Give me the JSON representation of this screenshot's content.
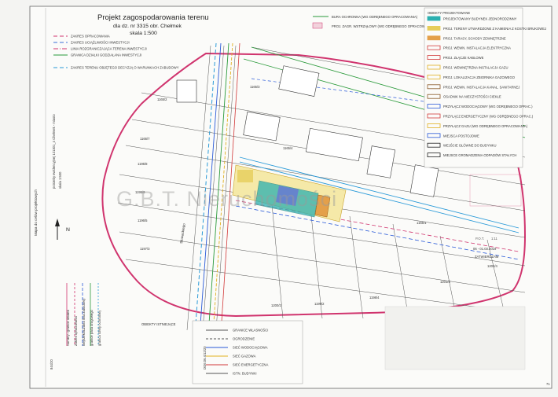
{
  "title": {
    "line1": "Projekt zagospodarowania terenu",
    "line2": "dla dz. nr 3315 obr. Chełmek",
    "line3": "skala 1:500"
  },
  "watermark": "G.B.T. Nieruchomości",
  "legend_top_left": [
    {
      "label": "ZAKRES OPRACOWANIA",
      "color": "#d0346e",
      "style": "dash"
    },
    {
      "label": "ZAKRES UCIĄŻLIWOŚCI INWESTYCJI",
      "color": "#3a6fd8",
      "style": "dash"
    },
    {
      "label": "LINIA ROZGRANICZAJĄCA TERENA INWESTYCJI",
      "color": "#d0346e",
      "style": "dashdot"
    },
    {
      "label": "GRANICA DZIAŁKI GODZIAŁANA INWESTYCJI",
      "color": "#2a9a3a",
      "style": "solid"
    },
    {
      "label": "ZAKRES TERENU OBJĘTEGO DECYZJĄ O WARUNKACH ZABUDOWY",
      "color": "#2a9ad8",
      "style": "dash"
    }
  ],
  "legend_top_mid": [
    {
      "label": "BURA OCHRONNA (WG ODRĘBNEGO OPRACOWANIA)"
    },
    {
      "label": "PROJ. ZAGR. WSTRZĄŁOWY (WG ODRĘBNEGO OPRACOWANIA)"
    }
  ],
  "legend_right": {
    "heading": "OBIEKTY PROJEKTOWANE",
    "items": [
      {
        "label": "PROJEKTOWANY BUDYNEK JEDNORODZINNY",
        "color": "#2bb0b0"
      },
      {
        "label": "PROJ. TERENY UTWARDZONE Z KAMIENIA Z KOSTKI BRUKOWEJ",
        "color": "#e6cd5a"
      },
      {
        "label": "PROJ. TARASY, SCHODY ZEWNĘTRZNE",
        "color": "#e4a04a"
      },
      {
        "label": "PROJ. WEWN. INSTALACJA ELEKTRYCZNA",
        "color": "#d23a3a"
      },
      {
        "label": "PROJ. ZŁĄCZE KABLOWE",
        "color": "#d23a3a"
      },
      {
        "label": "PROJ. WEWNĘTRZNA INSTALACJA GAZU",
        "color": "#e0b020"
      },
      {
        "label": "PROJ. LOKALIZACJA ZBIORNIKA GAZOWEGO",
        "color": "#e0b020"
      },
      {
        "label": "PROJ. WEWN. INSTALACJA KANAŁ. SANITARNEJ",
        "color": "#8a5a2a"
      },
      {
        "label": "OSADNIK NA NIECZYSTOŚCI CIEKŁE",
        "color": "#8a5a2a"
      },
      {
        "label": "PRZYŁĄCZ WODOCIĄGOWY (WG ODRĘBNEGO OPRAC.)",
        "color": "#2a5ad8"
      },
      {
        "label": "PRZYŁĄCZ ENERGETYCZNY (WG ODRĘBNEGO OPRAC.)",
        "color": "#d23a3a"
      },
      {
        "label": "PRZYŁĄCZ GAZU (WG ODRĘBNEGO OPRACOWANIA)",
        "color": "#e0b020"
      },
      {
        "label": "MIEJSCA POSTOJOWE",
        "color": "#2a5ad8"
      },
      {
        "label": "WEJŚCIE GŁÓWNE DO BUDYNKU",
        "color": "#222222"
      },
      {
        "label": "MIEJSCE GROMADZENIA ODPADÓW STAŁYCH",
        "color": "#222222"
      }
    ]
  },
  "legend_bottom": {
    "heading": "OBIEKTY ISTNIEJĄCE",
    "items": [
      {
        "label": "GRANICE WŁASNOŚCI",
        "color": "#555555"
      },
      {
        "label": "OGRODZENIE",
        "color": "#555555"
      },
      {
        "label": "SIEĆ WODOCIĄGOWA",
        "color": "#2a5ad8"
      },
      {
        "label": "SIEĆ GAZOWA",
        "color": "#e0b020"
      },
      {
        "label": "SIEĆ ENERGETYCZNA",
        "color": "#d23a3a"
      },
      {
        "label": "ISTN. BUDYNKI",
        "color": "#555555"
      }
    ]
  },
  "left_panel": {
    "scale": "skala 1:500",
    "notes": "potrzeby ewidencyjnej 121301_4 Chełmek - miasto",
    "legend": [
      "Numery i granice działek",
      "Zakres opracowania",
      "nieprzekraczalna linia zabudowy",
      "granice pasa drogowego",
      "granica strefy ochronnej"
    ],
    "footnote": "Mapa do celów projektowych",
    "side_code": "844/20"
  },
  "stamp": {
    "lines": [
      "P.O.T.",
      "1:11",
      "06 - 01.03.2019",
      "ZATWIERDZAM"
    ],
    "color": "#d0346e"
  },
  "plot_labels": [
    "1165/2",
    "1165/3",
    "1165/4",
    "1165/1",
    "1165/5",
    "1166/7",
    "1195/8",
    "1195/9",
    "1196/5",
    "1197/3",
    "1198/4",
    "1199/2",
    "1200/2",
    "1201/3",
    "1202/4"
  ],
  "road_label": "Słowackiego",
  "north_label": "N",
  "corner_code": "71",
  "blue_code": "DO6:06.4/12/20"
}
